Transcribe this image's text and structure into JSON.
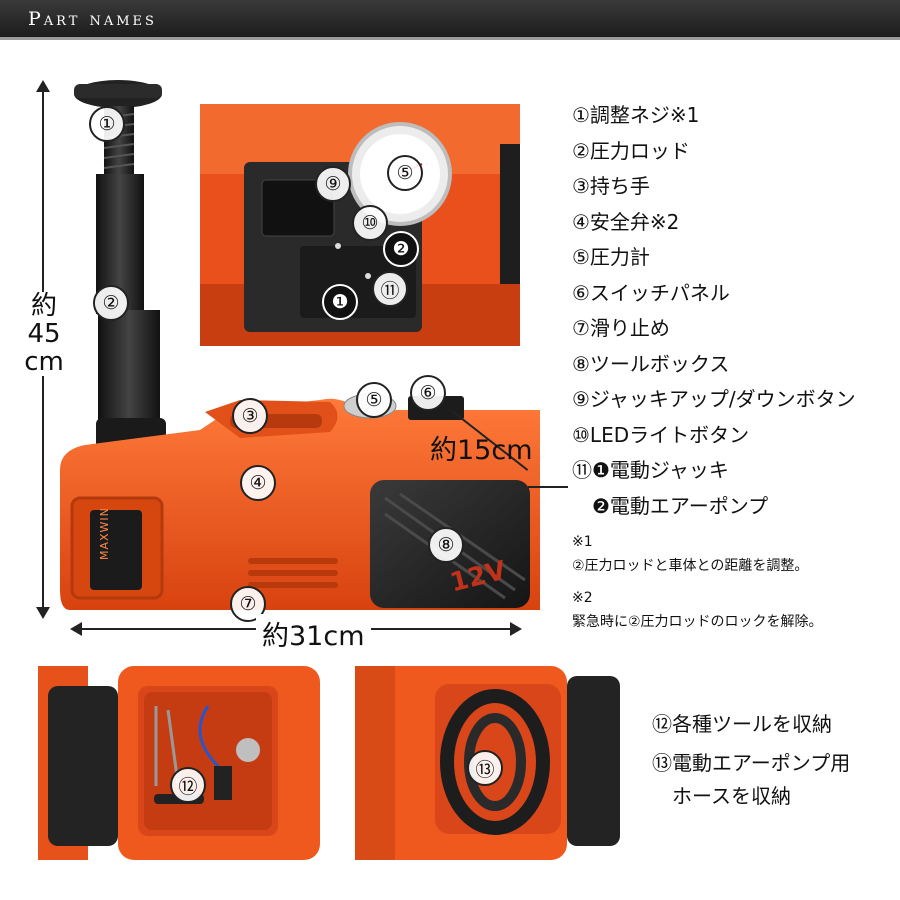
{
  "header": {
    "title": "Part names"
  },
  "dimensions": {
    "height_label": "約\n45\ncm",
    "width_label": "約31cm",
    "depth_label": "約15cm"
  },
  "callouts": {
    "c1": "①",
    "c2": "②",
    "c3": "③",
    "c4": "④",
    "c5": "⑤",
    "c6": "⑥",
    "c7": "⑦",
    "c8": "⑧",
    "c9": "⑨",
    "c10": "⑩",
    "c11": "⑪",
    "c12": "⑫",
    "c13": "⑬",
    "d1": "❶",
    "d2": "❷"
  },
  "product": {
    "brand": "MAXWIN",
    "voltage": "12V"
  },
  "parts": [
    "①調整ネジ※1",
    "②圧力ロッド",
    "③持ち手",
    "④安全弁※2",
    "⑤圧力計",
    "⑥スイッチパネル",
    "⑦滑り止め",
    "⑧ツールボックス",
    "⑨ジャッキアップ/ダウンボタン",
    "⑩LEDライトボタン",
    "⑪❶電動ジャッキ",
    "　❷電動エアーポンプ"
  ],
  "notes": {
    "n1_mark": "※1",
    "n1_text": "②圧力ロッドと車体との距離を調整。",
    "n2_mark": "※2",
    "n2_text": "緊急時に②圧力ロッドのロックを解除。"
  },
  "bottom": {
    "item12": "⑫各種ツールを収納",
    "item13_line1": "⑬電動エアーポンプ用",
    "item13_line2": "　ホースを収納"
  },
  "colors": {
    "body_orange": "#f05a1e",
    "header_bg": "#222222"
  }
}
